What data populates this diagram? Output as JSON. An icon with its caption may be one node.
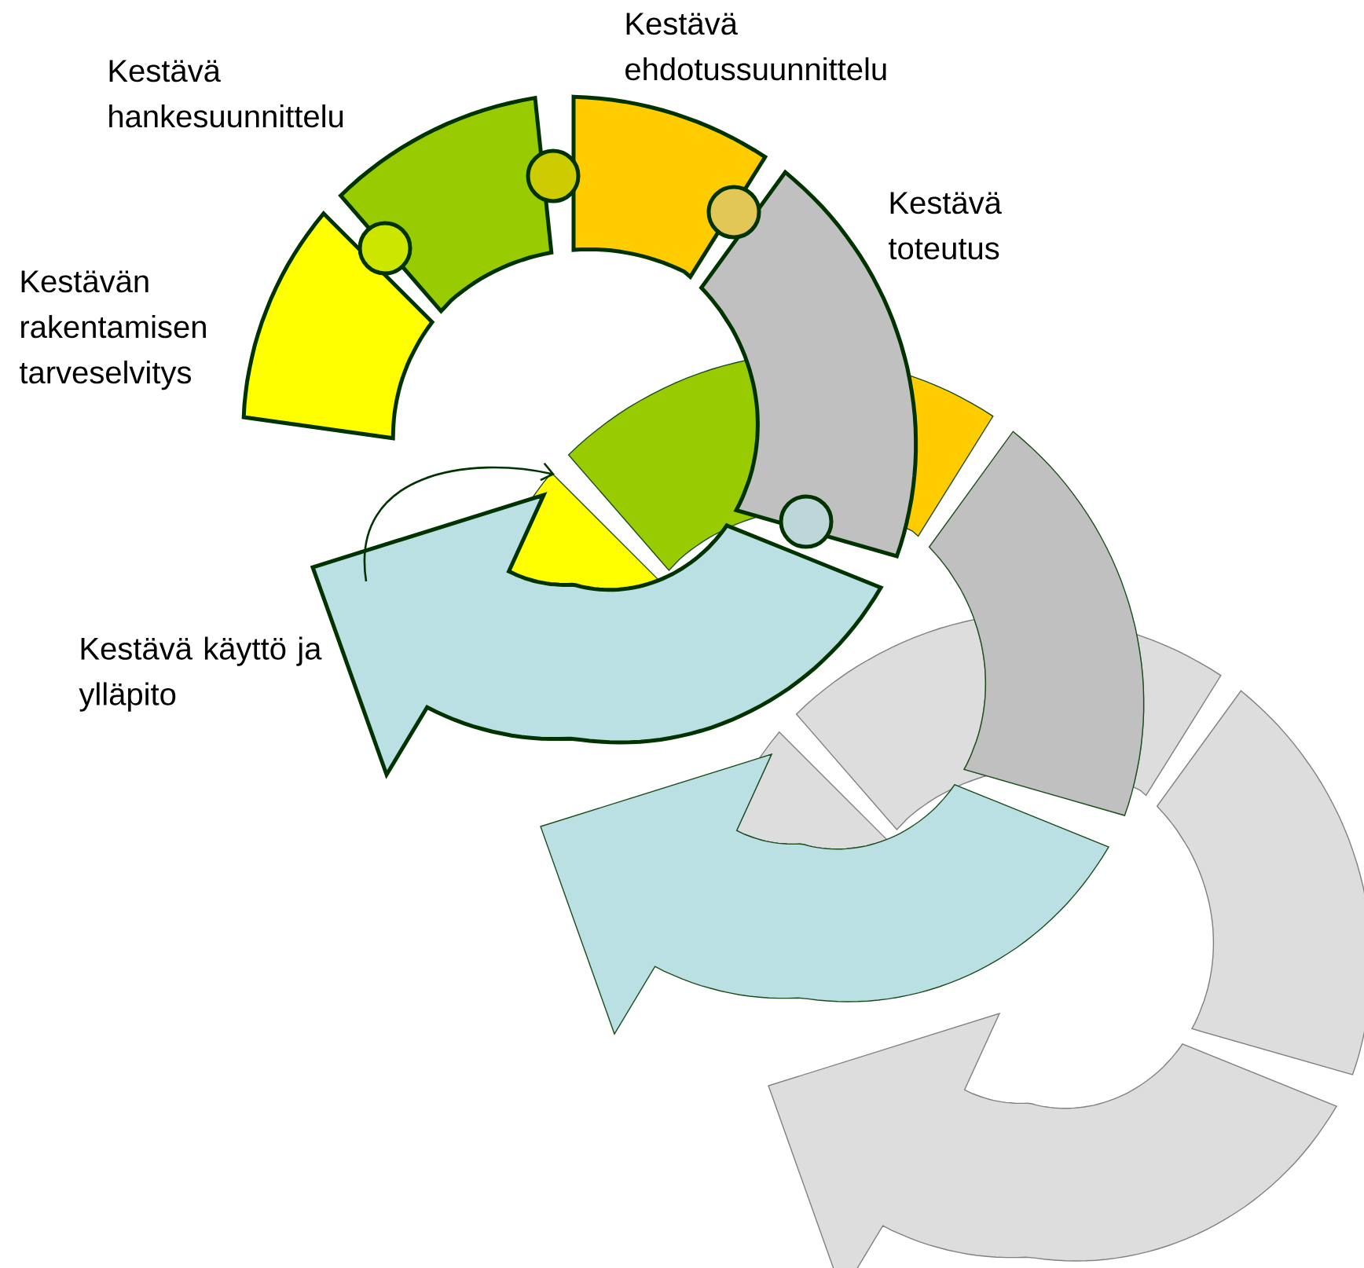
{
  "diagram": {
    "nodes": [
      {
        "text": [
          "Kestävän rakentamisen tarveselvitys"
        ]
      },
      {
        "text": [
          "Kestävä hankesuunnittelu"
        ]
      },
      {
        "text": [
          "Kestävä ehdotussuunnittelu"
        ]
      },
      {
        "text": [
          "Kestävä toteutus"
        ]
      },
      {
        "text": [
          "Kestävä käyttö ja ylläpito"
        ]
      },
      {
        "text": [],
        "shape": "arc"
      },
      {
        "text": [],
        "shape": "arc"
      },
      {
        "text": [],
        "shape": "arc"
      },
      {
        "text": [],
        "shape": "arc"
      },
      {
        "text": [],
        "shape": "arrow"
      },
      {
        "text": [],
        "shape": "arc"
      },
      {
        "text": [],
        "shape": "arc"
      },
      {
        "text": [],
        "shape": "arc"
      },
      {
        "text": [],
        "shape": "arc"
      },
      {
        "text": [],
        "shape": "arrow"
      }
    ],
    "edges": [
      {
        "from": 4,
        "to": 5,
        "arrow": "to"
      }
    ]
  }
}
